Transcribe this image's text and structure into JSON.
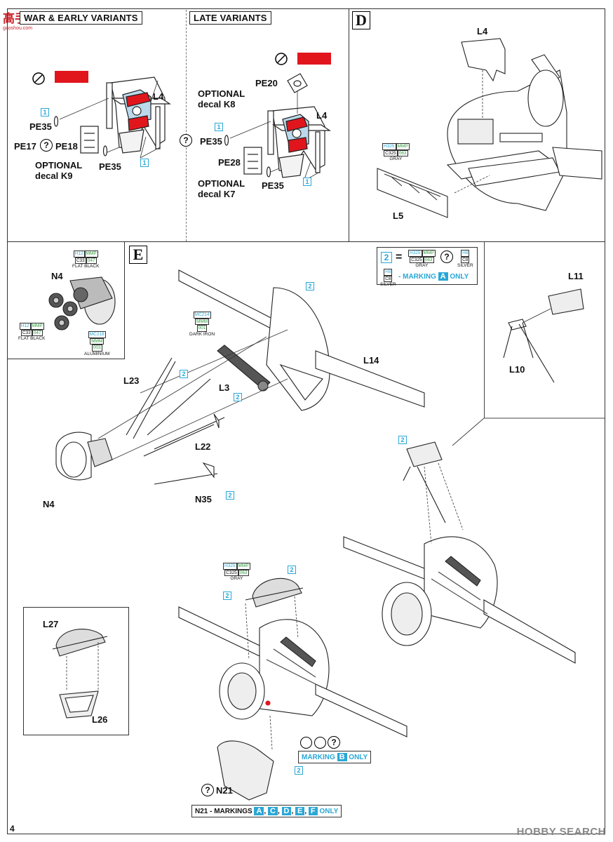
{
  "logo": {
    "text": "高手",
    "sub": "gaoshou.com"
  },
  "panels": {
    "wartime": {
      "header": "WAR & EARLY VARIANTS"
    },
    "late": {
      "header": "LATE VARIANTS"
    },
    "d": {
      "step": "D"
    },
    "e": {
      "step": "E"
    }
  },
  "labels": {
    "wartime": [
      "L4",
      "PE35",
      "PE17",
      "PE18",
      "PE35",
      "1",
      "1"
    ],
    "wartime_optional": "OPTIONAL\ndecal K9",
    "late": [
      "PE20",
      "L4",
      "PE35",
      "PE28",
      "PE35",
      "1",
      "1"
    ],
    "late_optional_top": "OPTIONAL\ndecal K8",
    "late_optional_bottom": "OPTIONAL\ndecal K7",
    "d": [
      "L4",
      "L5"
    ],
    "e": [
      "N4",
      "L23",
      "L3",
      "L14",
      "L22",
      "N4",
      "N35",
      "L11",
      "L10",
      "L27",
      "L26",
      "N21"
    ]
  },
  "refs": [
    "1",
    "1",
    "1",
    "1",
    "1",
    "2",
    "2",
    "2",
    "2",
    "2",
    "2",
    "2",
    "2",
    "2",
    "2"
  ],
  "paints": {
    "gray": {
      "top": [
        "H325",
        "MMP"
      ],
      "mid": [
        "C325",
        "063"
      ],
      "name": "GRAY"
    },
    "flat_black_1": {
      "top": [
        "H12",
        "MMP"
      ],
      "mid": [
        "C33",
        "047"
      ],
      "name": "FLAT BLACK"
    },
    "flat_black_2": {
      "top": [
        "H12",
        "MMP"
      ],
      "mid": [
        "C33",
        "047"
      ],
      "name": "FLAT BLACK"
    },
    "dark_iron": {
      "top": [
        "MC214"
      ],
      "mid": [
        "MMM",
        "001"
      ],
      "name": "DARK IRON"
    },
    "aluminium": {
      "top": [
        "MC218"
      ],
      "mid": [
        "MMM",
        "003"
      ],
      "name": "ALUMINIUM"
    },
    "silver": {
      "top": [
        "H8"
      ],
      "mid": [
        "C8"
      ],
      "name": "SILVER"
    },
    "gray_e": {
      "top": [
        "H325",
        "MMP"
      ],
      "mid": [
        "C325",
        "063"
      ],
      "name": "GRAY"
    }
  },
  "legend_e": {
    "num": "2",
    "eq": "=",
    "or": "?",
    "marking_text": "- MARKING",
    "marking_letter": "A",
    "only": "ONLY"
  },
  "marking_b": {
    "text": "MARKING",
    "letter": "B",
    "only": "ONLY"
  },
  "n21_footer": {
    "prefix": "N21 - MARKINGS",
    "letters": [
      "A",
      "C",
      "D",
      "E",
      "F"
    ],
    "only": "ONLY"
  },
  "page_number": "4",
  "watermark": "HOBBY SEARCH",
  "colors": {
    "red": "#e1161d",
    "blue": "#2aa7d6",
    "green": "#2e9a3a"
  }
}
